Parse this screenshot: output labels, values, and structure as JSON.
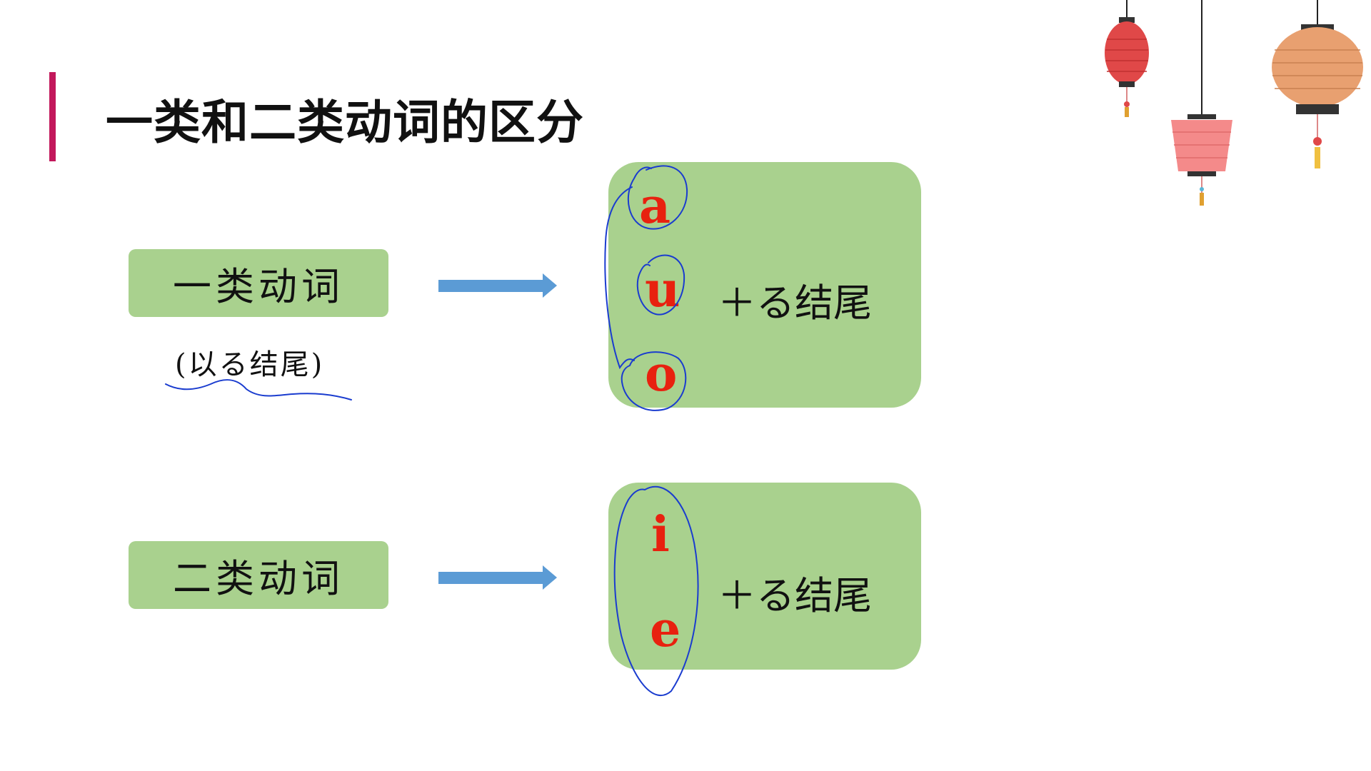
{
  "slide": {
    "title": "一类和二类动词的区分",
    "accent_color": "#c2185b",
    "box_color": "#a9d18e",
    "arrow_color": "#5b9bd5",
    "vowel_color": "#e8210f",
    "ink_color": "#1a3ccf"
  },
  "group1": {
    "label": "一类动词",
    "note": "(以る结尾)",
    "vowels": [
      "a",
      "u",
      "o"
    ],
    "suffix": "＋る结尾"
  },
  "group2": {
    "label": "二类动词",
    "vowels": [
      "i",
      "e"
    ],
    "suffix": "＋る结尾"
  },
  "decorations": [
    "lantern-red",
    "lantern-pink",
    "lantern-orange"
  ]
}
